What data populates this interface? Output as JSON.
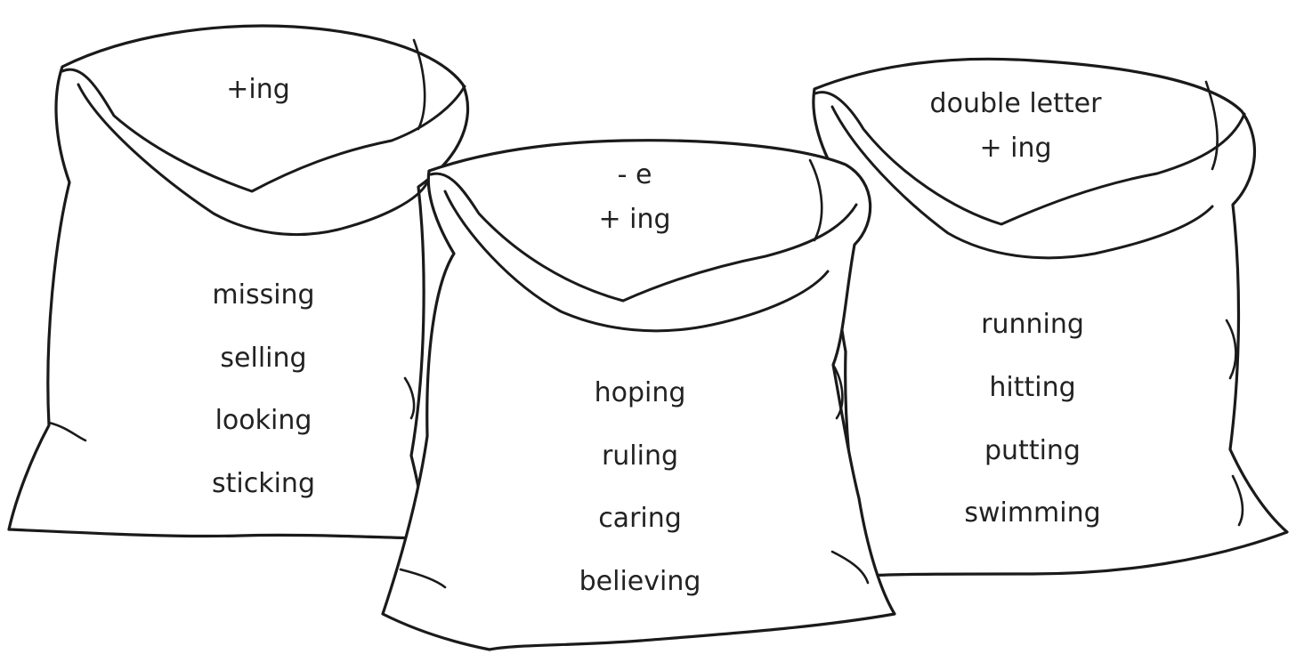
{
  "sacks": [
    {
      "heading": [
        "+ing"
      ],
      "words": [
        "missing",
        "selling",
        "looking",
        "sticking"
      ]
    },
    {
      "heading": [
        "- e",
        "+ ing"
      ],
      "words": [
        "hoping",
        "ruling",
        "caring",
        "believing"
      ]
    },
    {
      "heading": [
        "double letter",
        "+ ing"
      ],
      "words": [
        "running",
        "hitting",
        "putting",
        "swimming"
      ]
    }
  ]
}
